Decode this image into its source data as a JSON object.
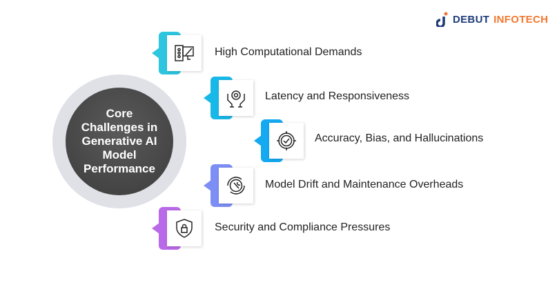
{
  "logo": {
    "part1": "DEBUT",
    "part2": "INFOTECH"
  },
  "center": {
    "title": "Core Challenges in Generative AI Model Performance"
  },
  "items": [
    {
      "label": "High Computational Demands",
      "icon": "computer-icon",
      "color": "#2ec5df"
    },
    {
      "label": "Latency and Responsiveness",
      "icon": "hands-gear-icon",
      "color": "#18b8e8"
    },
    {
      "label": "Accuracy, Bias, and Hallucinations",
      "icon": "target-check-icon",
      "color": "#14a9f0"
    },
    {
      "label": "Model Drift and Maintenance Overheads",
      "icon": "gear-wrench-icon",
      "color": "#7d8ef5"
    },
    {
      "label": "Security and Compliance Pressures",
      "icon": "shield-lock-icon",
      "color": "#b96ae8"
    }
  ]
}
